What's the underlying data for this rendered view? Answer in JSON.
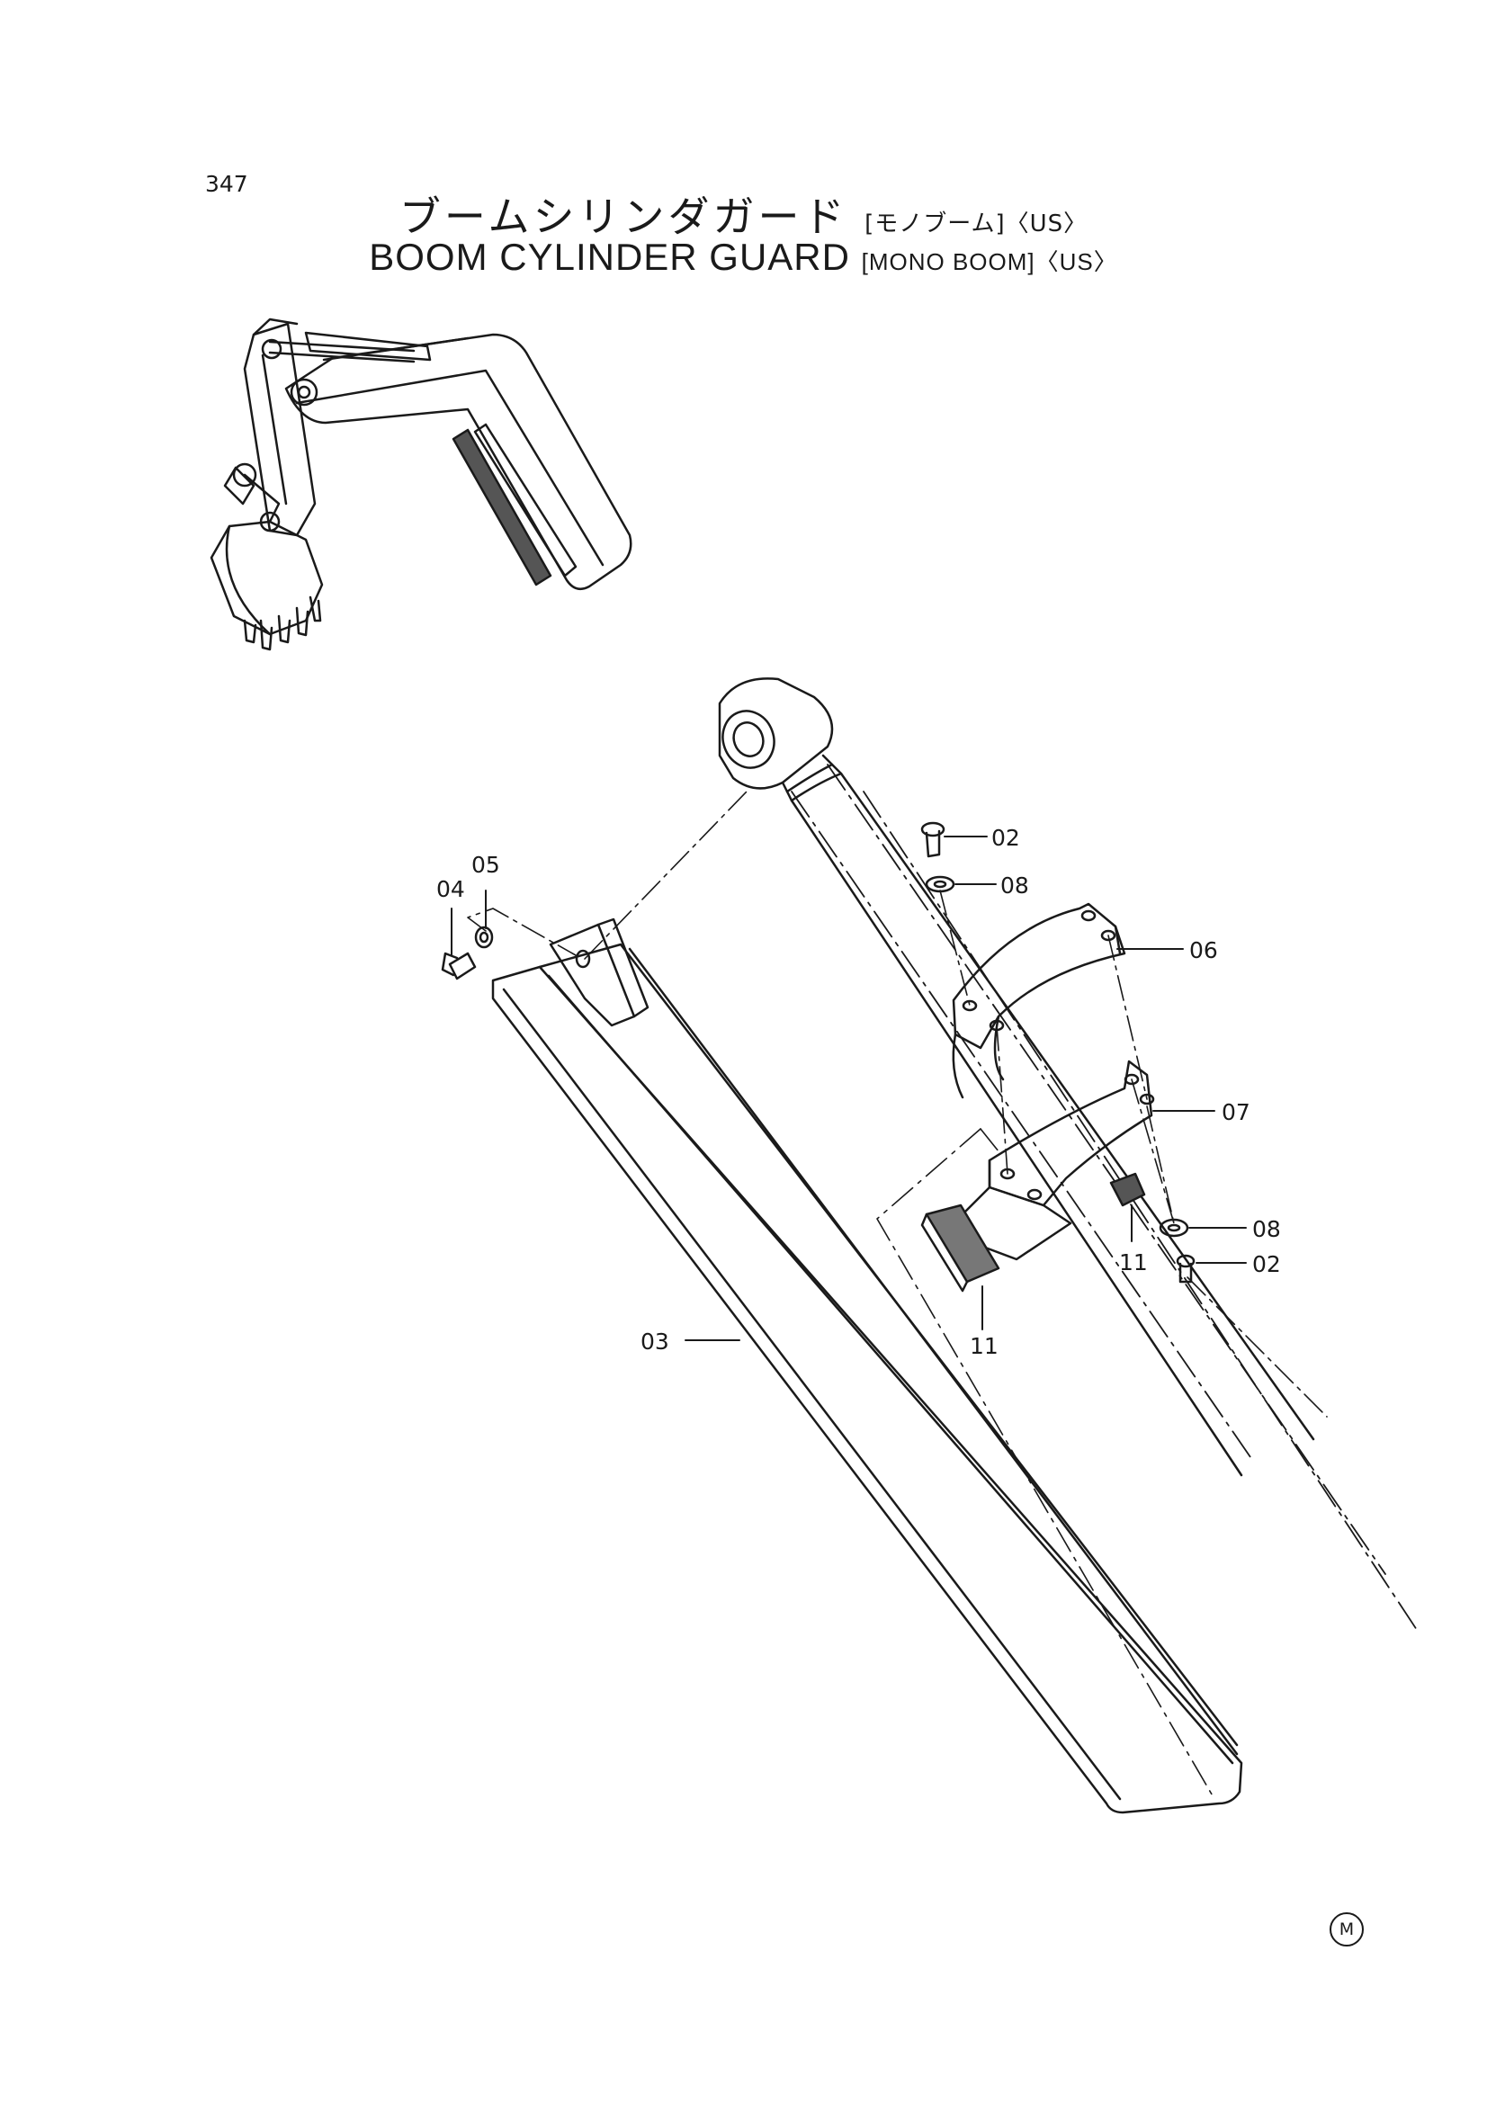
{
  "page_number": "347",
  "title_jp": {
    "main": "ブームシリンダガード",
    "sub": "[モノブーム]〈US〉"
  },
  "title_en": {
    "main": "BOOM CYLINDER GUARD",
    "sub": "[MONO BOOM]〈US〉"
  },
  "callouts": {
    "p02_top": "02",
    "p08_top": "08",
    "p05": "05",
    "p04": "04",
    "p06": "06",
    "p07": "07",
    "p08_bottom": "08",
    "p02_bottom": "02",
    "p11_right": "11",
    "p11_left": "11",
    "p03": "03"
  },
  "corner_mark": "M"
}
